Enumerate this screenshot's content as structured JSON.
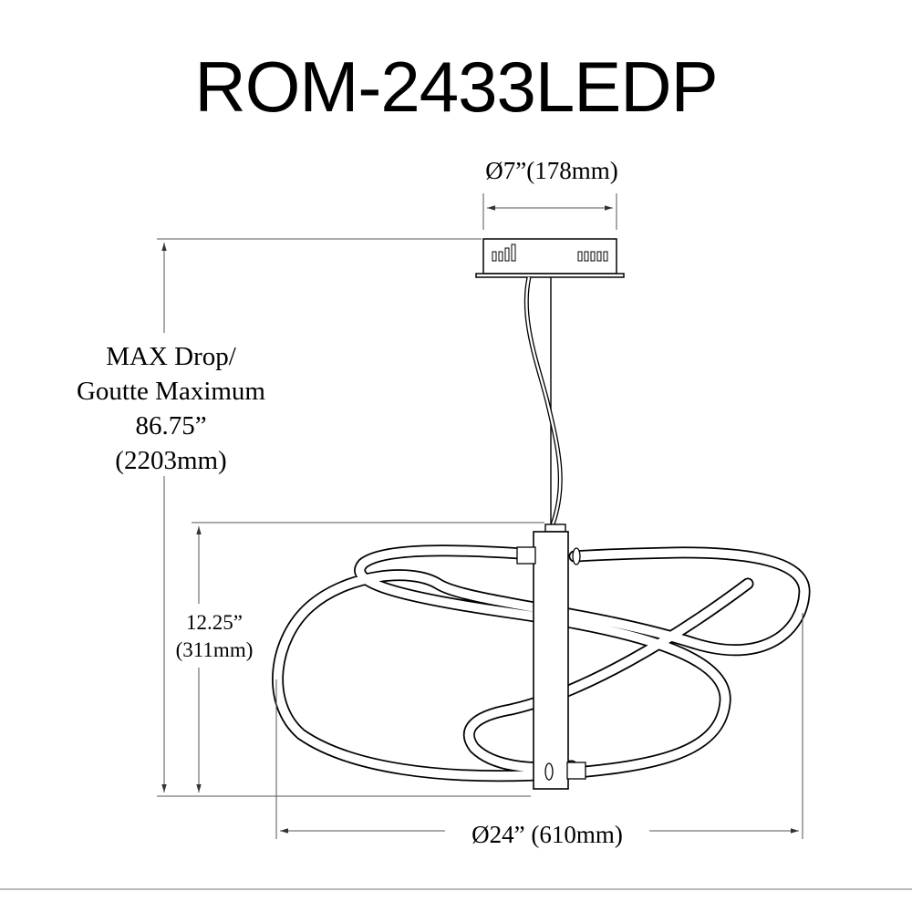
{
  "title": "ROM-2433LEDP",
  "dimensions": {
    "canopy": "Ø7”(178mm)",
    "max_drop": [
      "MAX Drop/",
      "Goutte Maximum",
      "86.75”",
      "(2203mm)"
    ],
    "height": [
      "12.25”",
      "(311mm)"
    ],
    "width": "Ø24” (610mm)"
  },
  "colors": {
    "line": "#000000",
    "dim_line": "#555555",
    "background": "#ffffff"
  }
}
